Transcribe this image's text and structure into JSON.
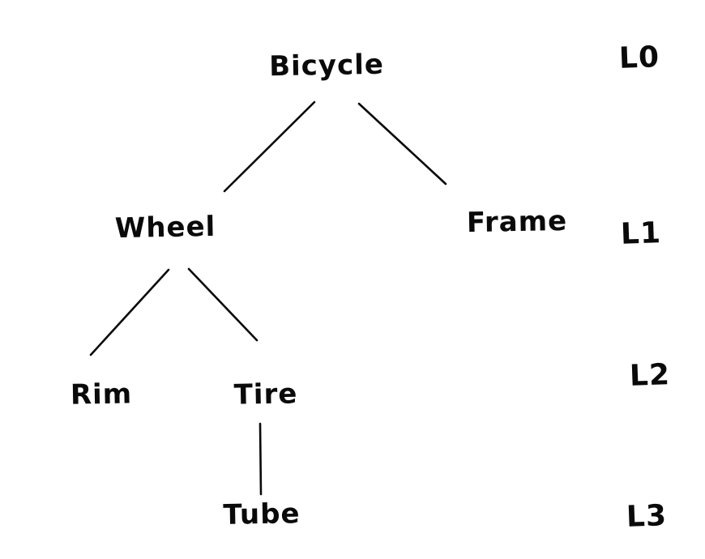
{
  "diagram": {
    "type": "tree",
    "style": "hand-drawn",
    "background_color": "#ffffff",
    "stroke_color": "#0a0a0a",
    "nodes": [
      {
        "id": "bicycle",
        "label": "Bicycle",
        "level": 0
      },
      {
        "id": "wheel",
        "label": "Wheel",
        "level": 1
      },
      {
        "id": "frame",
        "label": "Frame",
        "level": 1
      },
      {
        "id": "rim",
        "label": "Rim",
        "level": 2
      },
      {
        "id": "tire",
        "label": "Tire",
        "level": 2
      },
      {
        "id": "tube",
        "label": "Tube",
        "level": 3
      }
    ],
    "edges": [
      {
        "from": "bicycle",
        "to": "wheel"
      },
      {
        "from": "bicycle",
        "to": "frame"
      },
      {
        "from": "wheel",
        "to": "rim"
      },
      {
        "from": "wheel",
        "to": "tire"
      },
      {
        "from": "tire",
        "to": "tube"
      }
    ],
    "level_labels": [
      {
        "id": "l0",
        "label": "L0"
      },
      {
        "id": "l1",
        "label": "L1"
      },
      {
        "id": "l2",
        "label": "L2"
      },
      {
        "id": "l3",
        "label": "L3"
      }
    ]
  }
}
